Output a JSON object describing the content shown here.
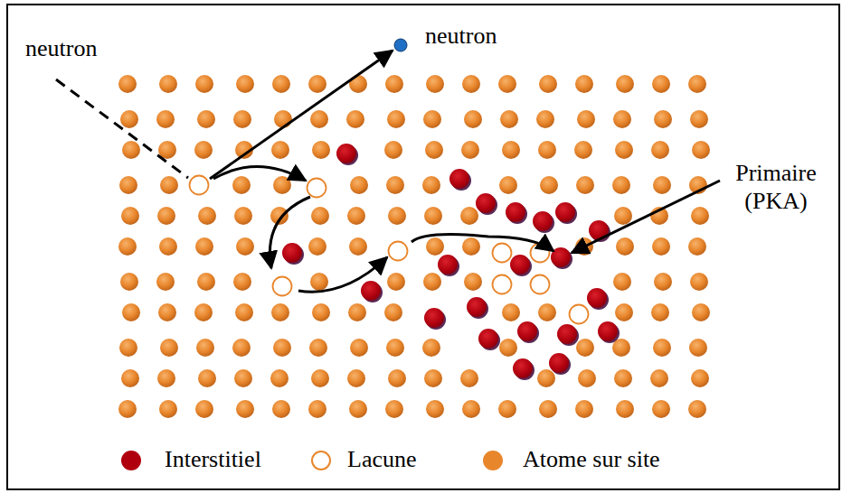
{
  "diagram": {
    "labels": [
      "neutron",
      "neutron",
      "Primaire (PKA)"
    ],
    "legend": [
      {
        "text": "Interstitiel",
        "color": "#b0000e"
      },
      {
        "text": "Lacune"
      },
      {
        "text": "Atome sur site",
        "color": "#e8862c"
      }
    ]
  }
}
